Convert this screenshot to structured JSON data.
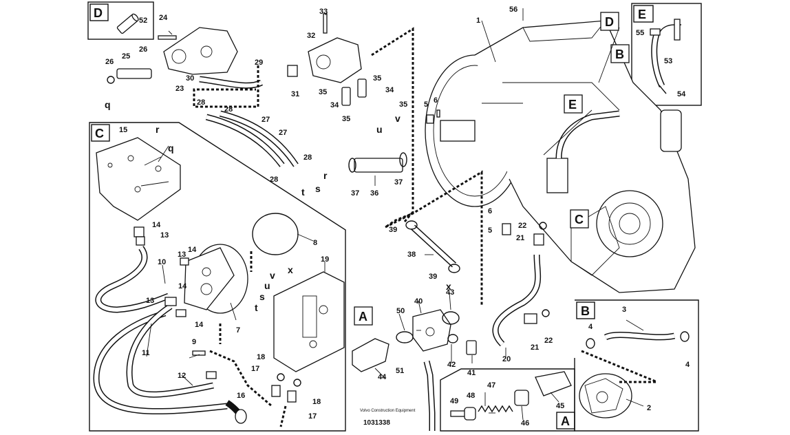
{
  "diagram": {
    "publisher": "Volvo Construction Equipment",
    "drawing_number": "1031338",
    "detail_boxes": [
      "A",
      "B",
      "C",
      "D",
      "E"
    ],
    "callouts": [
      "1",
      "2",
      "3",
      "4",
      "4",
      "5",
      "5",
      "6",
      "6",
      "7",
      "8",
      "9",
      "10",
      "11",
      "12",
      "13",
      "13",
      "13",
      "14",
      "14",
      "14",
      "14",
      "15",
      "16",
      "17",
      "17",
      "18",
      "18",
      "19",
      "20",
      "21",
      "21",
      "22",
      "22",
      "23",
      "24",
      "25",
      "26",
      "26",
      "27",
      "27",
      "28",
      "28",
      "28",
      "28",
      "29",
      "30",
      "31",
      "32",
      "33",
      "34",
      "34",
      "35",
      "35",
      "35",
      "35",
      "36",
      "37",
      "37",
      "38",
      "39",
      "39",
      "40",
      "41",
      "42",
      "43",
      "44",
      "45",
      "46",
      "47",
      "48",
      "49",
      "50",
      "51",
      "52",
      "53",
      "54",
      "55",
      "56"
    ],
    "connection_letters": [
      "q",
      "q",
      "r",
      "r",
      "s",
      "s",
      "t",
      "t",
      "u",
      "u",
      "v",
      "v",
      "x",
      "x"
    ]
  }
}
